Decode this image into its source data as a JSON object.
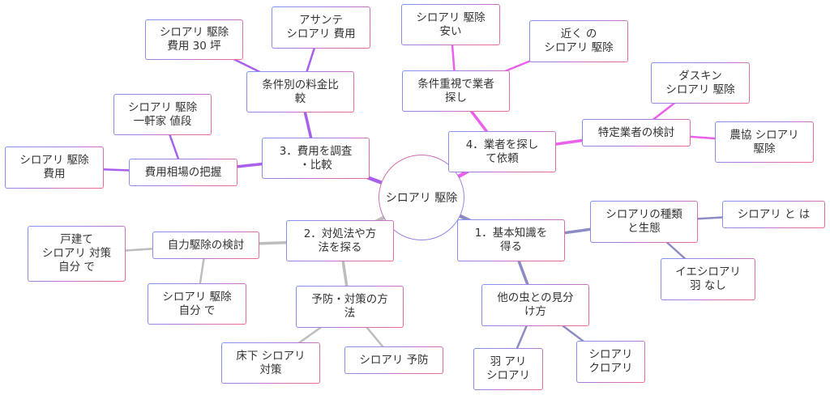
{
  "root": {
    "label": "シロアリ 駆除"
  },
  "colors": {
    "branch1": "#8c8cc4",
    "branch2": "#bdbdbd",
    "branch3": "#a860ea",
    "branch4": "#ea60ea"
  },
  "nodes": {
    "b1": "1．基本知識を\n得る",
    "b1_1": "シロアリの種類\nと生態",
    "b1_1_1": "シロアリ と は",
    "b1_1_2": "イエシロアリ\n羽 なし",
    "b1_2": "他の虫との見分\nけ方",
    "b1_2_1": "羽 アリ\nシロアリ",
    "b1_2_2": "シロアリ\nクロアリ",
    "b2": "2．対処法や方\n法を探る",
    "b2_1": "自力駆除の検討",
    "b2_1_1": "戸建て\nシロアリ 対策\n自分 で",
    "b2_1_2": "シロアリ 駆除\n自分 で",
    "b2_2": "予防・対策の方\n法",
    "b2_2_1": "床下 シロアリ\n対策",
    "b2_2_2": "シロアリ 予防",
    "b3": "3．費用を調査\n・比較",
    "b3_1": "費用相場の把握",
    "b3_1_1": "シロアリ 駆除\n費用",
    "b3_1_2": "シロアリ 駆除\n一軒家 値段",
    "b3_2": "条件別の料金比\n較",
    "b3_2_1": "シロアリ 駆除\n費用 30 坪",
    "b3_2_2": "アサンテ\nシロアリ 費用",
    "b4": "4．業者を探し\nて依頼",
    "b4_1": "条件重視で業者\n探し",
    "b4_1_1": "シロアリ 駆除\n安い",
    "b4_1_2": "近く の\nシロアリ 駆除",
    "b4_2": "特定業者の検討",
    "b4_2_1": "ダスキン\nシロアリ 駆除",
    "b4_2_2": "農協 シロアリ\n駆除"
  }
}
